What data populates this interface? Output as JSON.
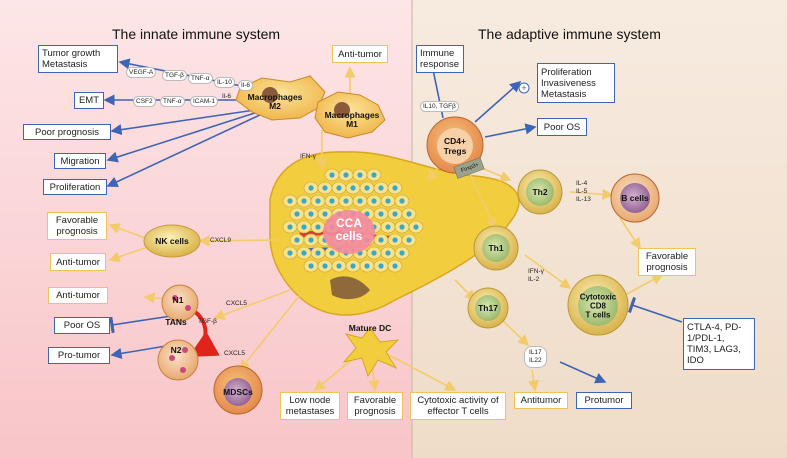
{
  "titles": {
    "innate": "The innate immune system",
    "adaptive": "The adaptive immune system"
  },
  "boxes": {
    "tumor_growth": "Tumor growth\nMetastasis",
    "emt": "EMT",
    "poor_prognosis": "Poor prognosis",
    "migration": "Migration",
    "proliferation": "Proliferation",
    "anti_tumor_m1": "Anti-tumor",
    "favorable_prognosis_nk": "Favorable\nprognosis",
    "anti_tumor_nk": "Anti-tumor",
    "anti_tumor_tan": "Anti-tumor",
    "poor_os_tan": "Poor OS",
    "pro_tumor": "Pro-tumor",
    "low_node": "Low node\nmetastases",
    "favorable_prognosis_dc": "Favorable\nprognosis",
    "cytotoxic_activity": "Cytotoxic activity of\neffector T cells",
    "immune_response": "Immune\nresponse",
    "proliferation_inv": "Proliferation\nInvasiveness\nMetastasis",
    "poor_os_treg": "Poor OS",
    "favorable_prognosis_b": "Favorable\nprognosis",
    "checkpoints": "CTLA-4, PD-\n1/PDL-1,\nTIM3, LAG3,\nIDO",
    "antitumor_th17": "Antitumor",
    "protumor_th17": "Protumor"
  },
  "cells": {
    "m2": "Macrophages\nM2",
    "m1": "Macrophages\nM1",
    "nk": "NK cells",
    "n1": "N1",
    "tans": "TANs",
    "n2": "N2",
    "mdscs": "MDSCs",
    "mature_dc": "Mature DC",
    "cca": "CCA\ncells",
    "treg": "CD4+\nTregs",
    "foxp3": "Foxp3+",
    "th2": "Th2",
    "th1": "Th1",
    "th17": "Th17",
    "bcells": "B cells",
    "cd8": "Cytotoxic\nCD8\nT cells"
  },
  "factors": {
    "vegfa": "VEGF-A",
    "tgfb1": "TGF-β",
    "tnfa1": "TNF-α",
    "il10a": "IL-10",
    "il6a": "Il-6",
    "csf2": "CSF2",
    "tnfa2": "TNF-α",
    "icam1": "ICAM-1",
    "il6b": "Il-6",
    "ifng1": "IFN-γ",
    "cxcl9": "CXCL9",
    "cxcl5a": "CXCL5",
    "tgfb2": "TGF-β",
    "cxcl5b": "CXCL5",
    "il10_tgfb": "IL10, TGFβ",
    "th2_cytokines": "IL-4\nIL-5\nIL-13",
    "th1_cytokines": "IFN-γ\nIL-2",
    "th17_cytokines": "IL17\nIL22"
  },
  "colors": {
    "innate_bg": "#fbd4d6",
    "adaptive_bg": "#f3e2d1",
    "blue_arrow": "#3e64b6",
    "yellow_arrow": "#f3cb6b",
    "liver": "#f2cd3e"
  }
}
